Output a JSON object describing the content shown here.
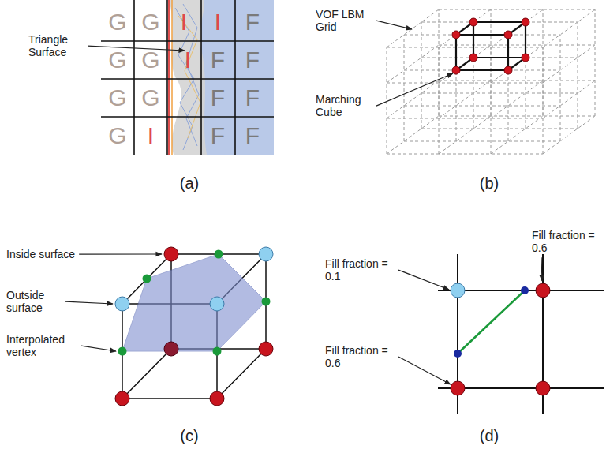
{
  "diagram": {
    "labels": [
      "G",
      "G",
      "I",
      "I",
      "F",
      "G",
      "G",
      "I",
      "F",
      "F",
      "G",
      "G",
      "F",
      "F",
      "G",
      "I",
      "F",
      "F",
      "Triangle Surface",
      "(a)",
      "VOF LBM Grid",
      "Marching Cube",
      "(b)",
      "Inside surface",
      "Outside surface",
      "Interpolated vertex",
      "(c)",
      "Fill fraction = 0.1",
      "Fill fraction = 0.6",
      "Fill fraction = 0.6",
      "(d)"
    ]
  }
}
